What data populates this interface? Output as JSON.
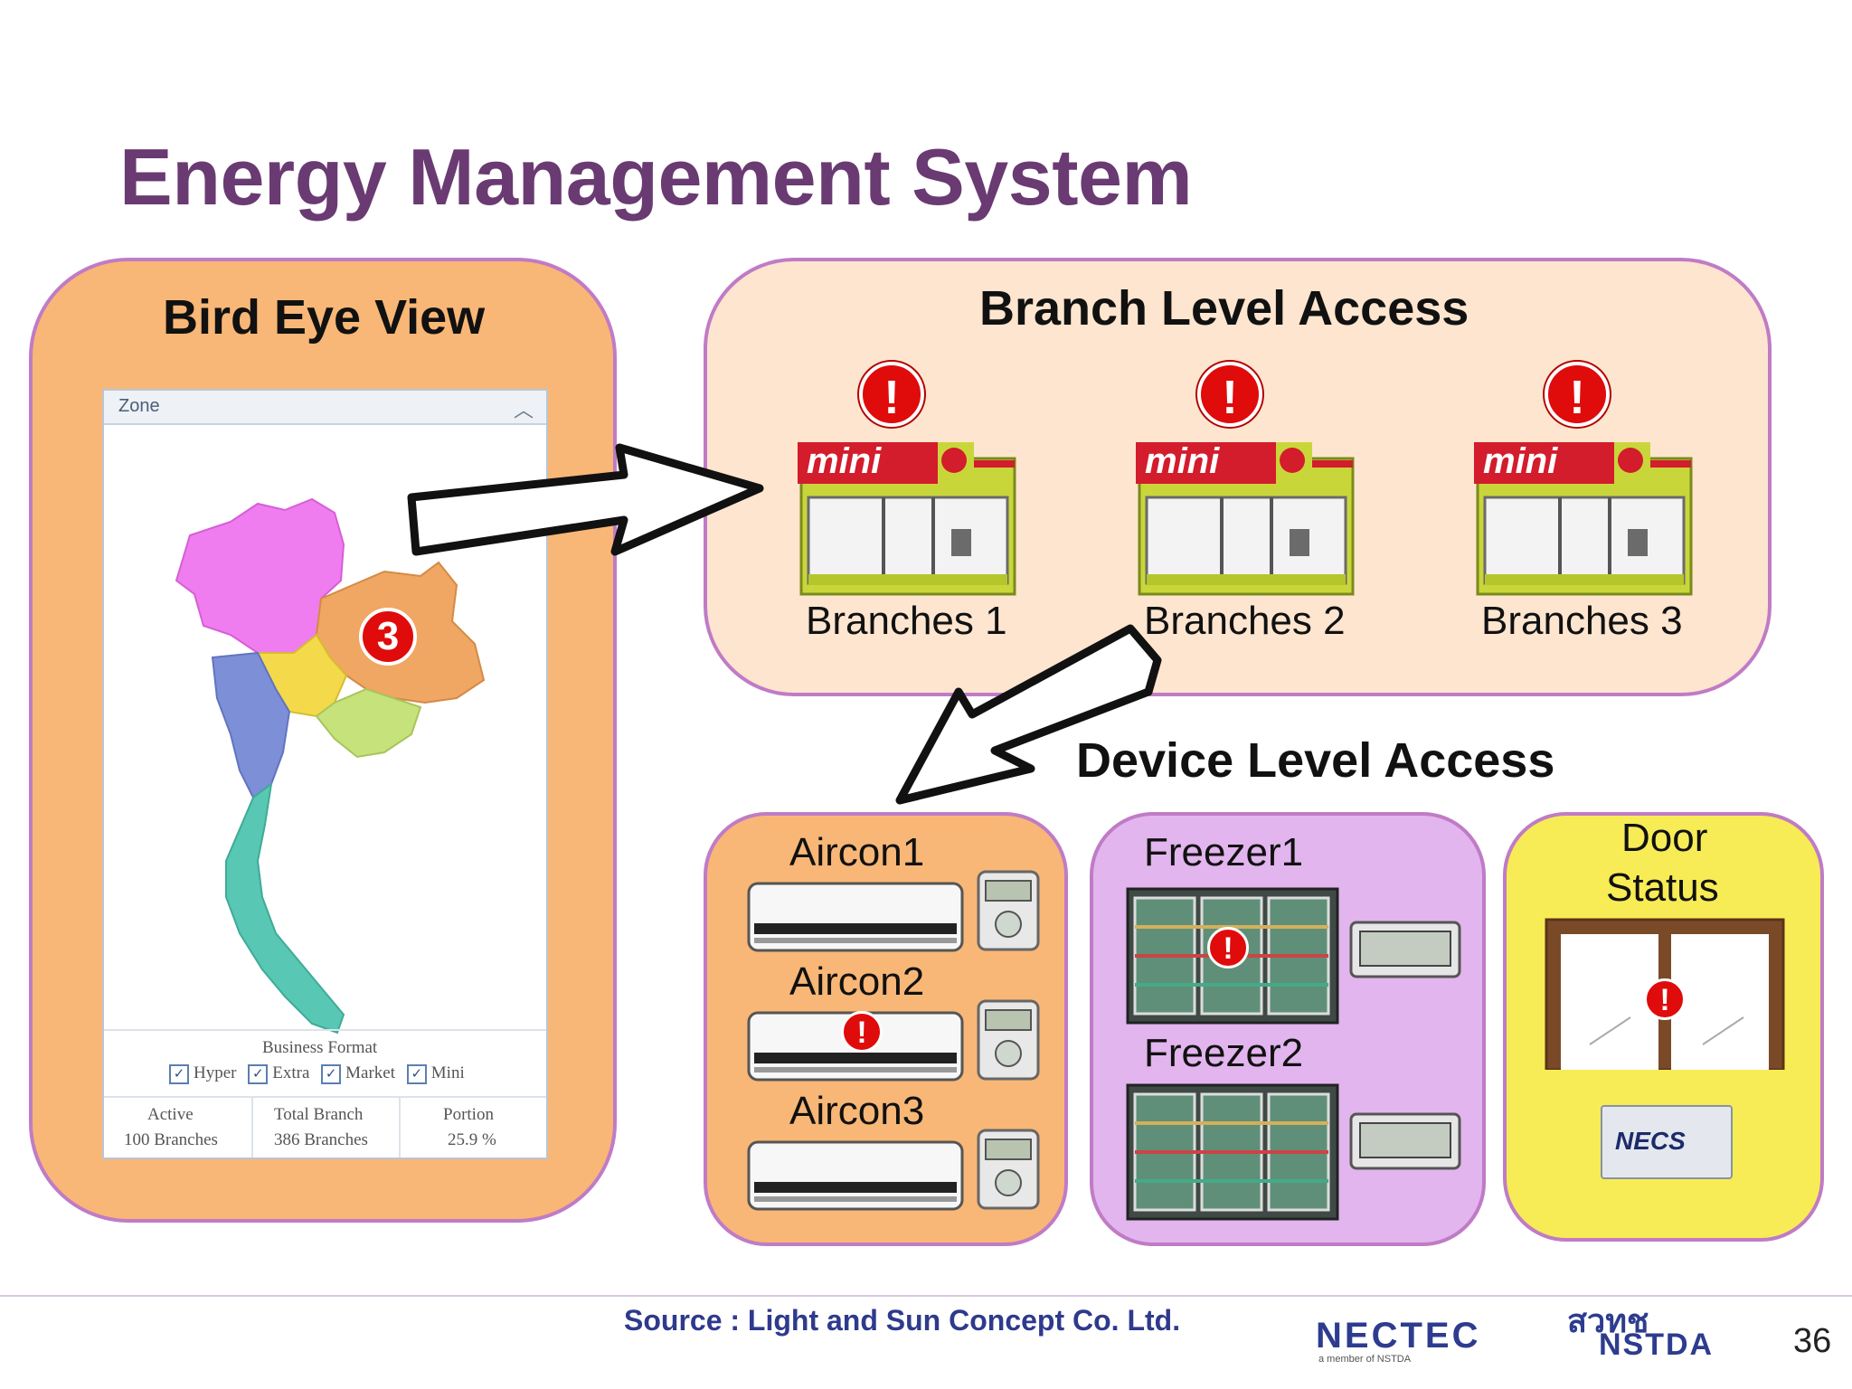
{
  "title": "Energy Management System",
  "bird_eye": {
    "heading": "Bird Eye View",
    "zone_label": "Zone",
    "marker": "3",
    "business_format_label": "Business Format",
    "formats": [
      "Hyper",
      "Extra",
      "Market",
      "Mini"
    ],
    "stats": [
      {
        "label": "Active",
        "value": "100 Branches"
      },
      {
        "label": "Total Branch",
        "value": "386 Branches"
      },
      {
        "label": "Portion",
        "value": "25.9 %"
      }
    ]
  },
  "branch_level": {
    "heading": "Branch Level Access",
    "store_sign": "mini",
    "alert_glyph": "!",
    "branches": [
      "Branches 1",
      "Branches 2",
      "Branches 3"
    ]
  },
  "device_level": {
    "heading": "Device Level Access",
    "aircons": [
      "Aircon1",
      "Aircon2",
      "Aircon3"
    ],
    "freezers": [
      "Freezer1",
      "Freezer2"
    ],
    "door_line1": "Door",
    "door_line2": "Status",
    "necs_label": "NECS"
  },
  "footer": {
    "source": "Source : Light and Sun Concept Co. Ltd.",
    "logo_nectec": "NECTEC",
    "logo_nectec_sub": "a member of NSTDA",
    "logo_nstda_thai": "สวทช",
    "logo_nstda": "NSTDA",
    "page_number": "36"
  },
  "colors": {
    "title": "#6a3a72",
    "panel_orange": "#f8b776",
    "panel_peach": "#fde5cf",
    "panel_purple": "#e2b5ee",
    "panel_yellow": "#f7ec55",
    "panel_border": "#c07bc6",
    "alert_red": "#e00b0b"
  }
}
